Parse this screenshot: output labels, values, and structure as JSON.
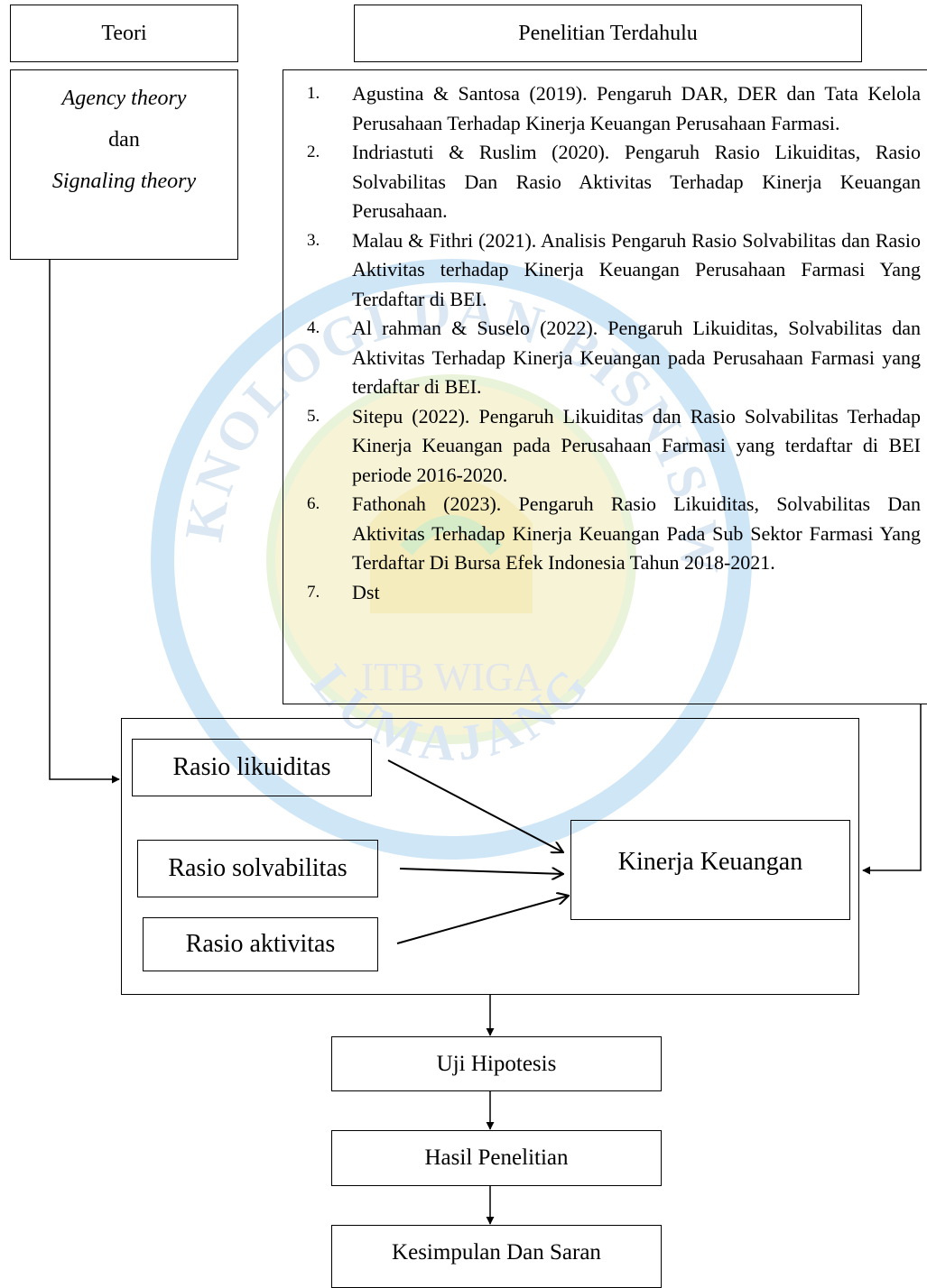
{
  "headers": {
    "theory": "Teori",
    "previous_research": "Penelitian Terdahulu"
  },
  "theory_box": {
    "line1": "Agency theory",
    "line2": "dan",
    "line3": "Signaling theory"
  },
  "previous_research": [
    {
      "num": "1.",
      "text": "Agustina & Santosa (2019). Pengaruh DAR, DER dan Tata Kelola Perusahaan Terhadap Kinerja Keuangan Perusahaan Farmasi."
    },
    {
      "num": "2.",
      "text": "Indriastuti & Ruslim (2020). Pengaruh Rasio Likuiditas, Rasio Solvabilitas Dan Rasio Aktivitas Terhadap Kinerja Keuangan Perusahaan."
    },
    {
      "num": "3.",
      "text": "Malau & Fithri (2021). Analisis Pengaruh Rasio Solvabilitas dan Rasio Aktivitas terhadap Kinerja Keuangan Perusahaan Farmasi Yang Terdaftar di BEI."
    },
    {
      "num": "4.",
      "text": "Al rahman & Suselo (2022). Pengaruh Likuiditas, Solvabilitas dan Aktivitas Terhadap Kinerja Keuangan pada Perusahaan Farmasi yang terdaftar di BEI."
    },
    {
      "num": "5.",
      "text": "Sitepu (2022). Pengaruh Likuiditas dan Rasio Solvabilitas Terhadap Kinerja Keuangan pada Perusahaan Farmasi yang terdaftar di BEI periode 2016-2020."
    },
    {
      "num": "6.",
      "text": "Fathonah (2023). Pengaruh Rasio Likuiditas, Solvabilitas Dan Aktivitas Terhadap Kinerja Keuangan Pada Sub Sektor Farmasi Yang Terdaftar Di Bursa Efek Indonesia Tahun 2018-2021."
    },
    {
      "num": "7.",
      "text": "Dst"
    }
  ],
  "variables": {
    "independent": [
      "Rasio likuiditas",
      "Rasio solvabilitas",
      "Rasio aktivitas"
    ],
    "dependent": "Kinerja Keuangan"
  },
  "flow": {
    "step1": "Uji Hipotesis",
    "step2": "Hasil Penelitian",
    "step3": "Kesimpulan Dan Saran"
  },
  "watermark": {
    "text_top": "INSTITUT TEKNOLOGI DAN BISNIS WIDYA GAMA",
    "text_mid": "ITB WIGA",
    "text_bottom": "LUMAJANG"
  },
  "colors": {
    "line": "#000000",
    "watermark_blue": "#cfe6f7",
    "watermark_yellow": "#f5ecbd",
    "watermark_green": "#d6ecc8"
  }
}
